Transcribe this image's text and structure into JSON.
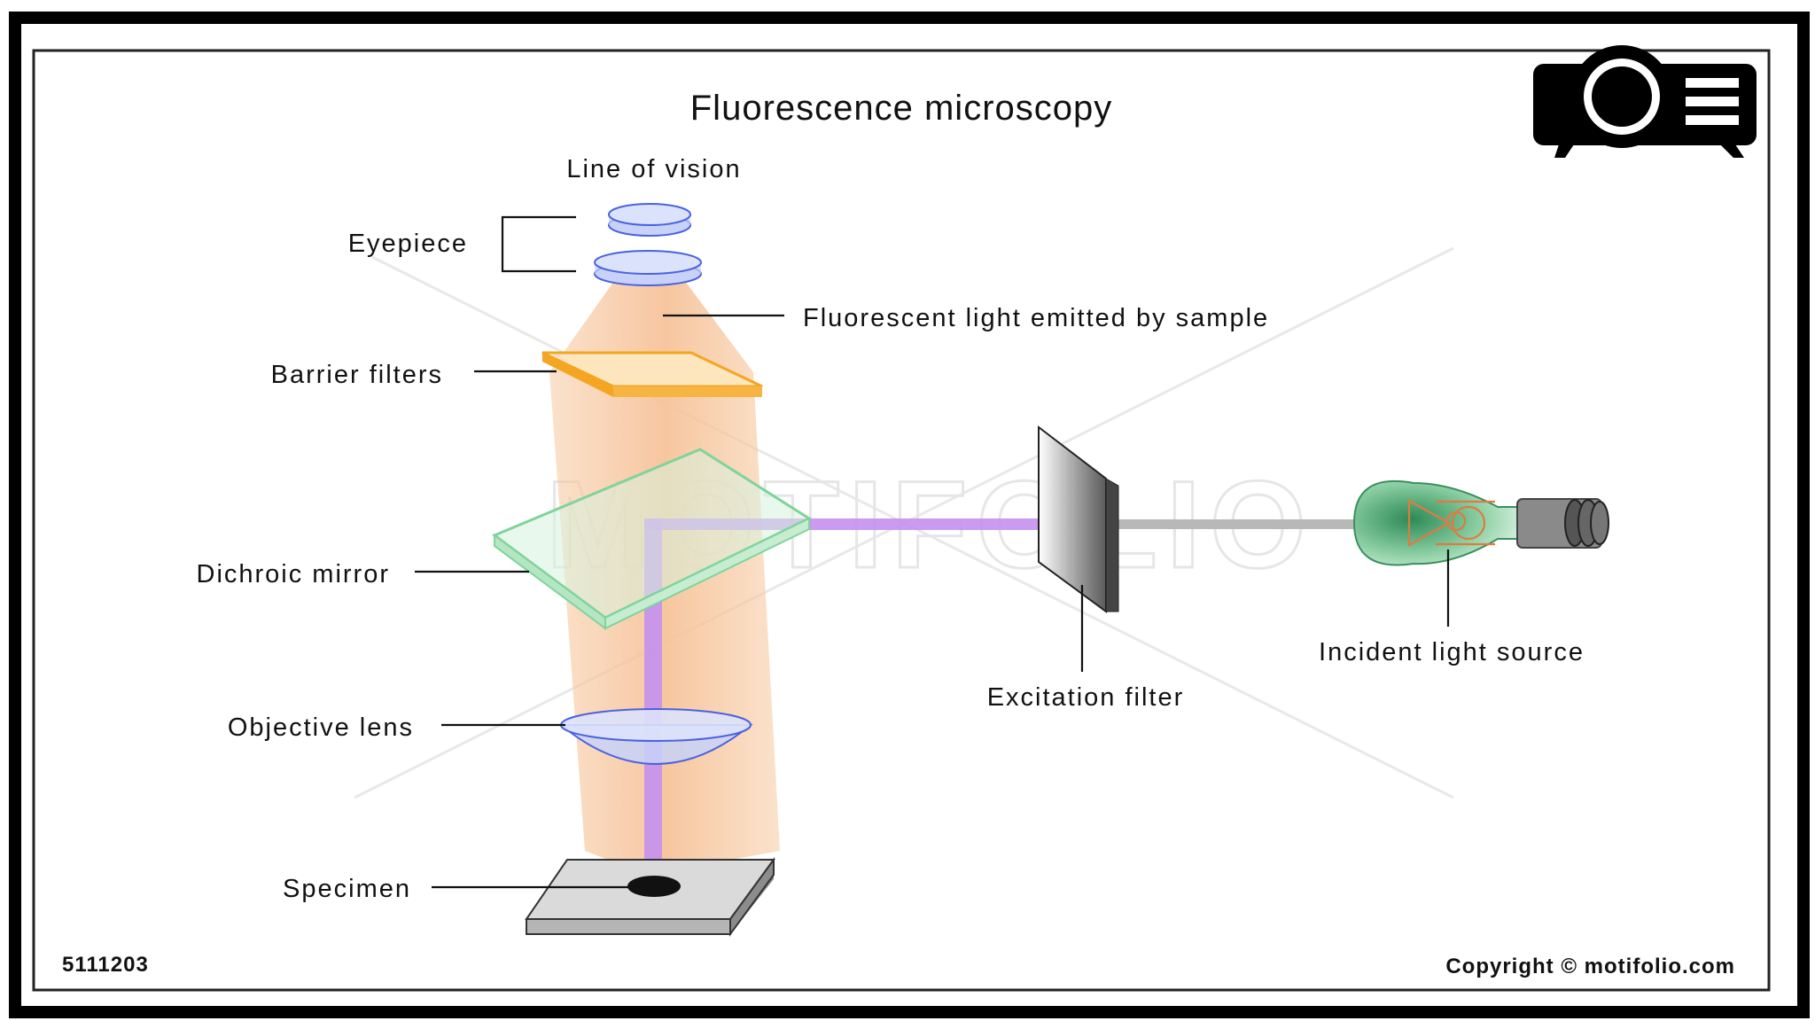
{
  "title": "Fluorescence microscopy",
  "labels": {
    "line_of_vision": "Line of vision",
    "eyepiece": "Eyepiece",
    "fluorescent_light": "Fluorescent light emitted by sample",
    "barrier_filters": "Barrier filters",
    "dichroic_mirror": "Dichroic mirror",
    "objective_lens": "Objective lens",
    "specimen": "Specimen",
    "excitation_filter": "Excitation filter",
    "incident_light_source": "Incident light source"
  },
  "footer": {
    "id": "5111203",
    "copyright": "Copyright © motifolio.com"
  },
  "watermark": "MOTIFOLIO",
  "icons": {
    "projector": "projector-icon"
  },
  "colors": {
    "emission_beam": "#f8d2b0",
    "excitation_beam": "#c490ee",
    "lens_blue": "#4a62e0",
    "barrier_orange": "#f4a623",
    "mirror_green": "#7fd49a",
    "bulb_green": "#2f9a5e"
  }
}
